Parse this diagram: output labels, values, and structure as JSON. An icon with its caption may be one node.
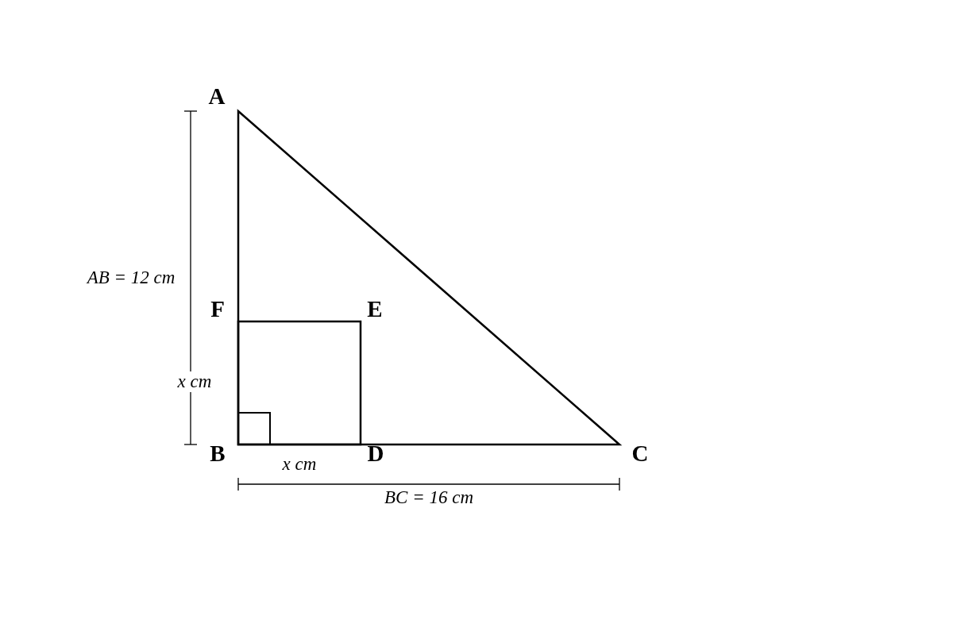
{
  "diagram": {
    "labels": [
      "A",
      "AB = 12 cm",
      "F",
      "E",
      "x cm",
      "B",
      "x cm",
      "D",
      "C",
      "BC = 16 cm"
    ]
  }
}
